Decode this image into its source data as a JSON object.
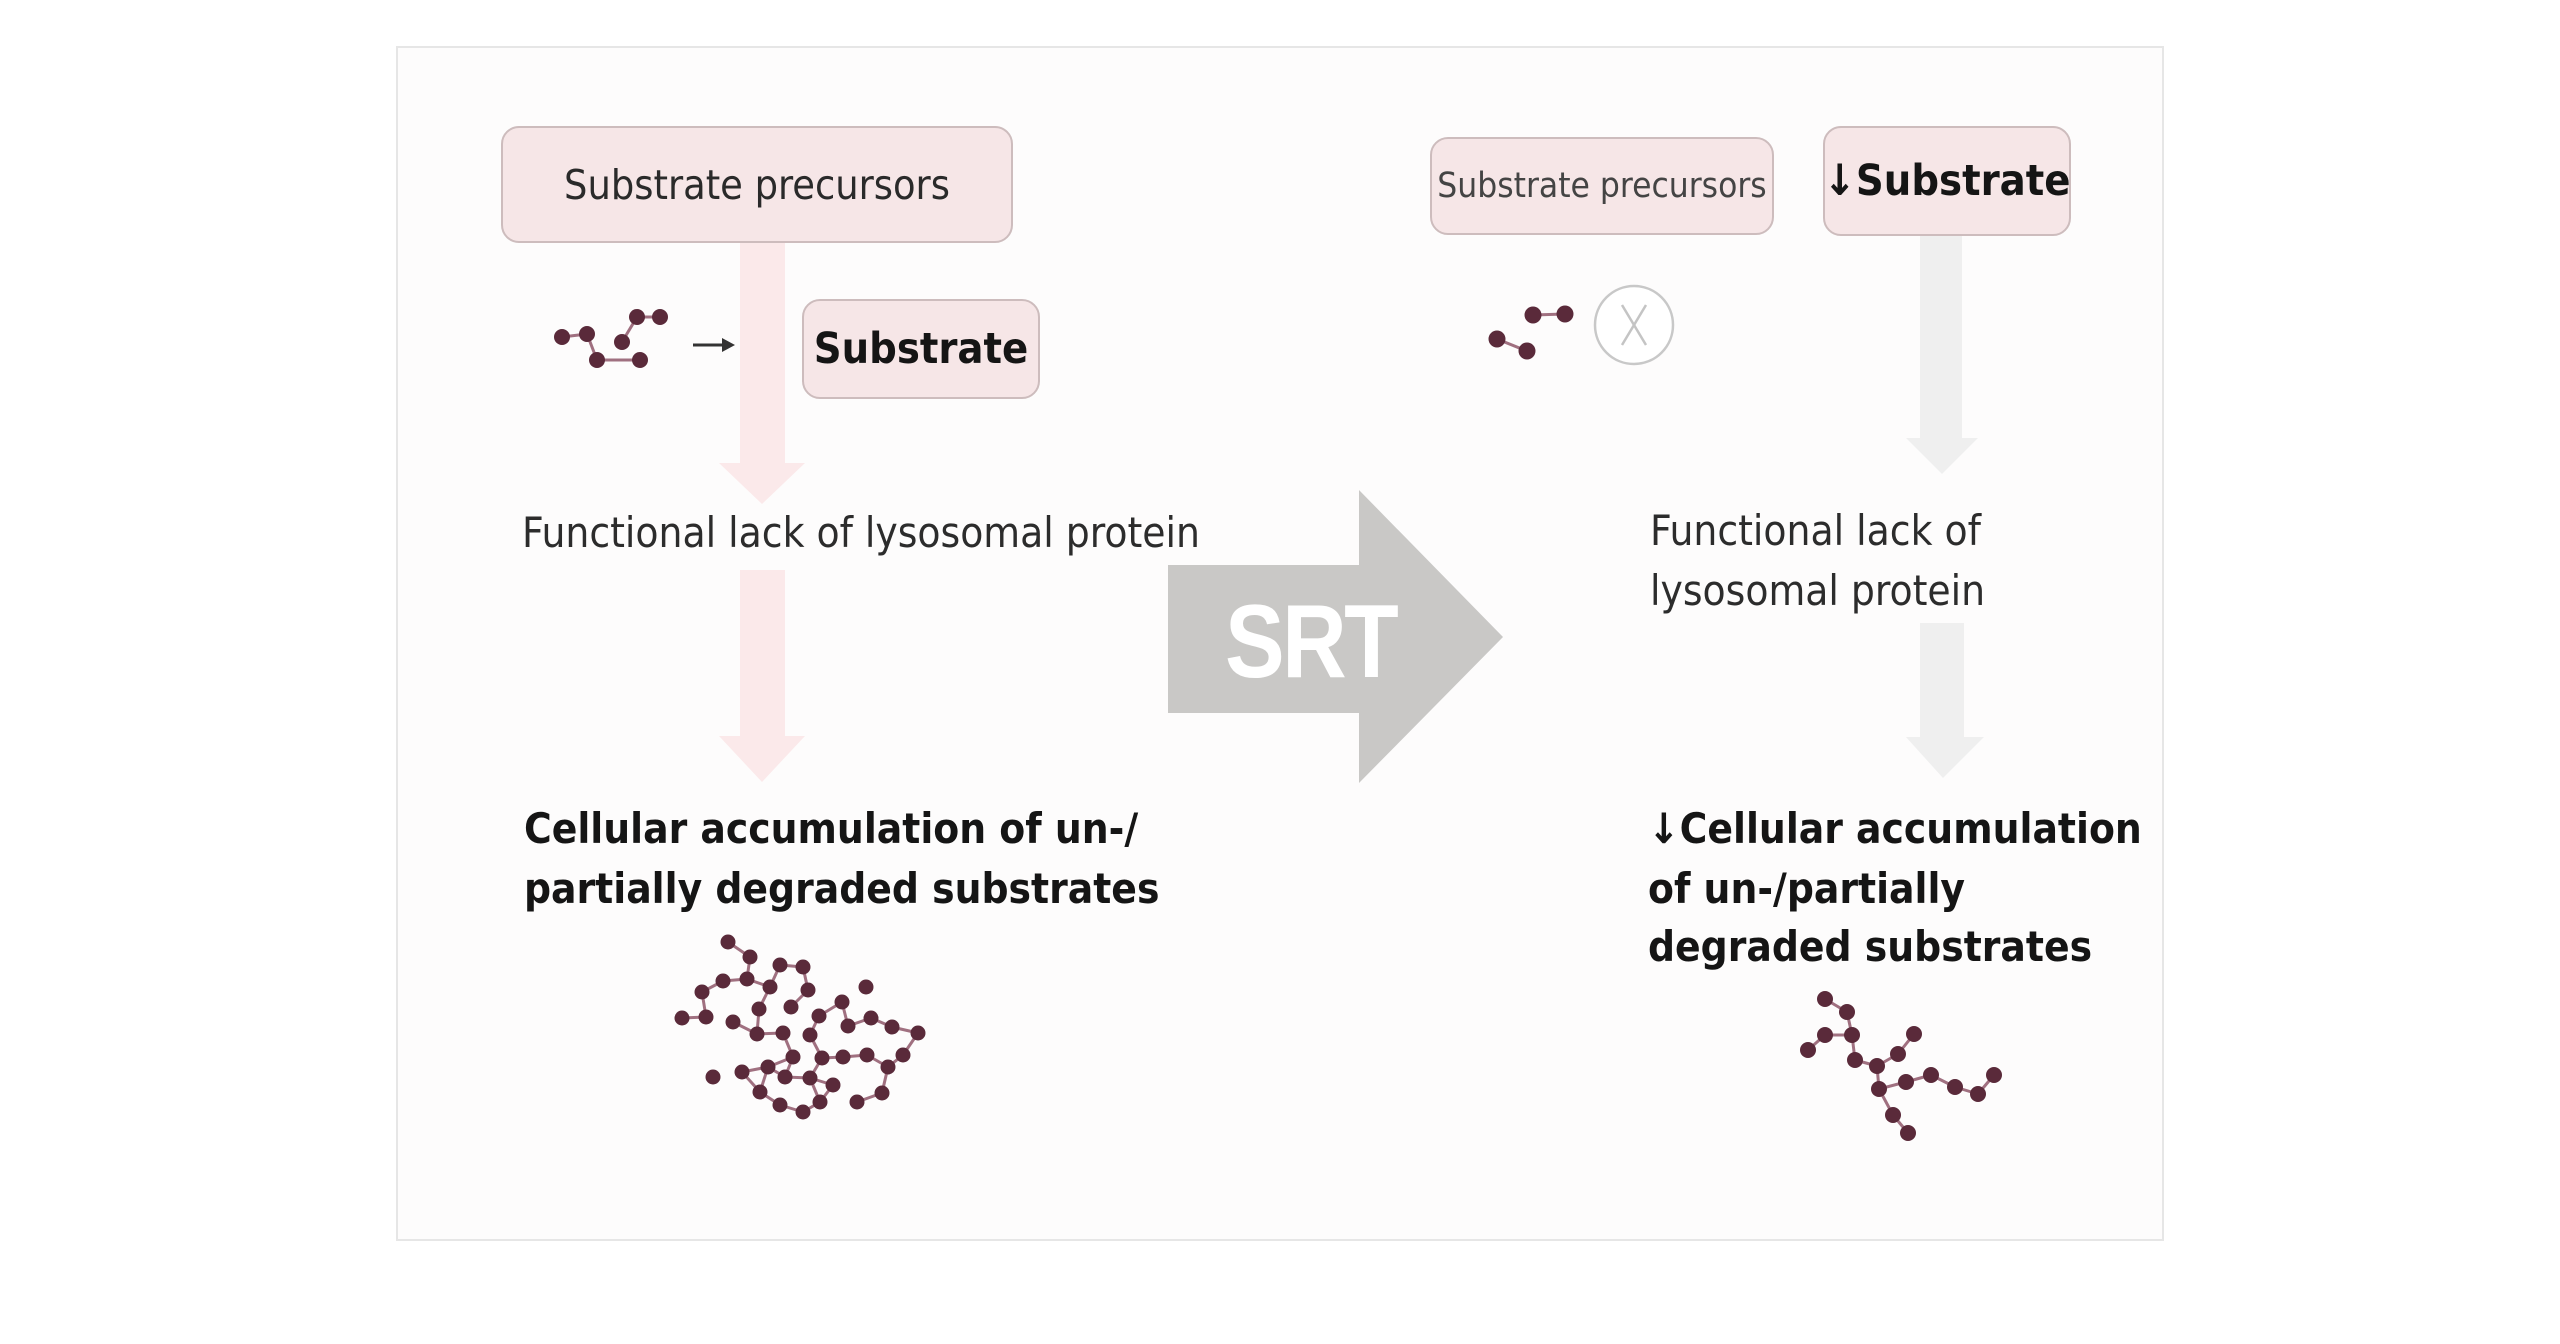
{
  "diagram": {
    "title": "Substrate reduction therapy (SRT) mechanism",
    "left_panel": {
      "precursor_box": "Substrate precursors",
      "substrate_box": "Substrate",
      "conversion_arrow": "→",
      "step_text": "Functional lack of lysosomal protein",
      "outcome_text": [
        "Cellular accumulation of un-/",
        "partially degraded substrates"
      ],
      "molecule_count_label": "many substrate molecules (large cluster)"
    },
    "therapy_arrow": {
      "label": "SRT"
    },
    "right_panel": {
      "precursor_box": "Substrate precursors",
      "substrate_box": "↓Substrate",
      "blocked_symbol": "X",
      "step_text": [
        "Functional lack of",
        "lysosomal protein"
      ],
      "outcome_text": [
        "↓Cellular accumulation",
        "of un-/partially",
        "degraded substrates"
      ],
      "molecule_count_label": "fewer substrate molecules (small chain)"
    },
    "colors": {
      "box_fill": "#f6e6e7",
      "box_border": "#cdbcbd",
      "left_flow_arrow": "#fbe9ea",
      "right_flow_arrow": "#eeeeee",
      "srt_arrow": "#c9c8c6",
      "molecule": "#5a2a3a",
      "bond": "#a07080"
    }
  }
}
